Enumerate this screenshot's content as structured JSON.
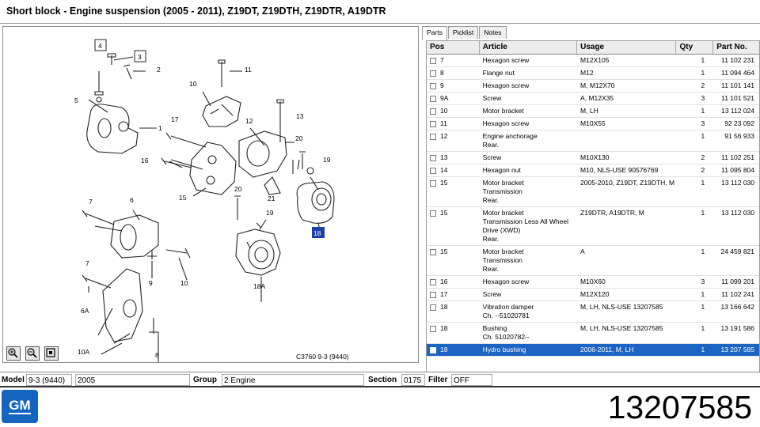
{
  "window": {
    "title": "Short block - Engine suspension    (2005 - 2011), Z19DT, Z19DTH, Z19DTR, A19DTR"
  },
  "diagram": {
    "drawing_code": "C3760 9-3 (9440)",
    "callouts": [
      "4",
      "3",
      "2",
      "5",
      "11",
      "10",
      "1",
      "17",
      "13",
      "12",
      "16",
      "15",
      "20",
      "19",
      "7",
      "6",
      "20",
      "21",
      "19",
      "18",
      "7",
      "9",
      "10",
      "18A",
      "6A",
      "10A",
      "8"
    ],
    "highlighted_callout": "18",
    "highlight_color": "#1c3fae"
  },
  "tabs": [
    {
      "label": "Parts",
      "active": true
    },
    {
      "label": "Picklist",
      "active": false
    },
    {
      "label": "Notes",
      "active": false
    }
  ],
  "parts_table": {
    "columns": [
      "Pos",
      "Article",
      "Usage",
      "Qty",
      "Part No."
    ],
    "rows": [
      {
        "pos": "7",
        "article": [
          "Hexagon screw"
        ],
        "usage": "M12X105",
        "qty": "1",
        "part_no": "11 102 231"
      },
      {
        "pos": "8",
        "article": [
          "Flange nut"
        ],
        "usage": "M12",
        "qty": "1",
        "part_no": "11 094 464"
      },
      {
        "pos": "9",
        "article": [
          "Hexagon screw"
        ],
        "usage": "M, M12X70",
        "qty": "2",
        "part_no": "11 101 141"
      },
      {
        "pos": "9A",
        "article": [
          "Screw"
        ],
        "usage": "A, M12X35",
        "qty": "3",
        "part_no": "11 101 521"
      },
      {
        "pos": "10",
        "article": [
          "Motor bracket"
        ],
        "usage": "M, LH",
        "qty": "1",
        "part_no": "13 112 024"
      },
      {
        "pos": "11",
        "article": [
          "Hexagon screw"
        ],
        "usage": "M10X55",
        "qty": "3",
        "part_no": "92 23 092"
      },
      {
        "pos": "12",
        "article": [
          "Engine anchorage",
          "Rear."
        ],
        "usage": "",
        "qty": "1",
        "part_no": "91 56 933"
      },
      {
        "pos": "13",
        "article": [
          "Screw"
        ],
        "usage": "M10X130",
        "qty": "2",
        "part_no": "11 102 251"
      },
      {
        "pos": "14",
        "article": [
          "Hexagon nut"
        ],
        "usage": "M10, NLS-USE 90576769",
        "qty": "2",
        "part_no": "11 095 804"
      },
      {
        "pos": "15",
        "article": [
          "Motor bracket",
          "Transmission",
          "Rear."
        ],
        "usage": "2005-2010, Z19DT, Z19DTH, M",
        "qty": "1",
        "part_no": "13 112 030"
      },
      {
        "pos": "15",
        "article": [
          "Motor bracket",
          "Transmission  Less All Wheel",
          "Drive (XWD)",
          "Rear."
        ],
        "usage": "Z19DTR, A19DTR, M",
        "qty": "1",
        "part_no": "13 112 030"
      },
      {
        "pos": "15",
        "article": [
          "Motor bracket",
          "Transmission",
          "Rear."
        ],
        "usage": "A",
        "qty": "1",
        "part_no": "24 459 821"
      },
      {
        "pos": "16",
        "article": [
          "Hexagon screw"
        ],
        "usage": "M10X60",
        "qty": "3",
        "part_no": "11 099 201"
      },
      {
        "pos": "17",
        "article": [
          "Screw"
        ],
        "usage": "M12X120",
        "qty": "1",
        "part_no": "11 102 241"
      },
      {
        "pos": "18",
        "article": [
          "Vibration damper",
          "Ch. --51020781"
        ],
        "usage": "M, LH, NLS-USE 13207585",
        "qty": "1",
        "part_no": "13 166 642"
      },
      {
        "pos": "18",
        "article": [
          "Bushing",
          "Ch. 51020782--"
        ],
        "usage": "M, LH, NLS-USE 13207585",
        "qty": "1",
        "part_no": "13 191 586"
      },
      {
        "pos": "18",
        "article": [
          "Hydro bushing"
        ],
        "usage": "2006-2011, M, LH",
        "qty": "1",
        "part_no": "13 207 585",
        "selected": true
      }
    ]
  },
  "statusbar": {
    "model_label": "Model",
    "model_value": "9-3 (9440)",
    "year_value": "2005",
    "group_label": "Group",
    "group_value": "2 Engine",
    "section_label": "Section",
    "section_value": "0175",
    "filter_label": "Filter",
    "filter_value": "OFF"
  },
  "brand": {
    "logo_text": "GM",
    "logo_color": "#1565c0",
    "part_number": "13207585"
  },
  "icons": [
    "zoom-in-icon",
    "zoom-out-icon",
    "zoom-fit-icon",
    "checkbox-icon",
    "gm-logo"
  ],
  "colors": {
    "selection": "#1c64c4"
  }
}
